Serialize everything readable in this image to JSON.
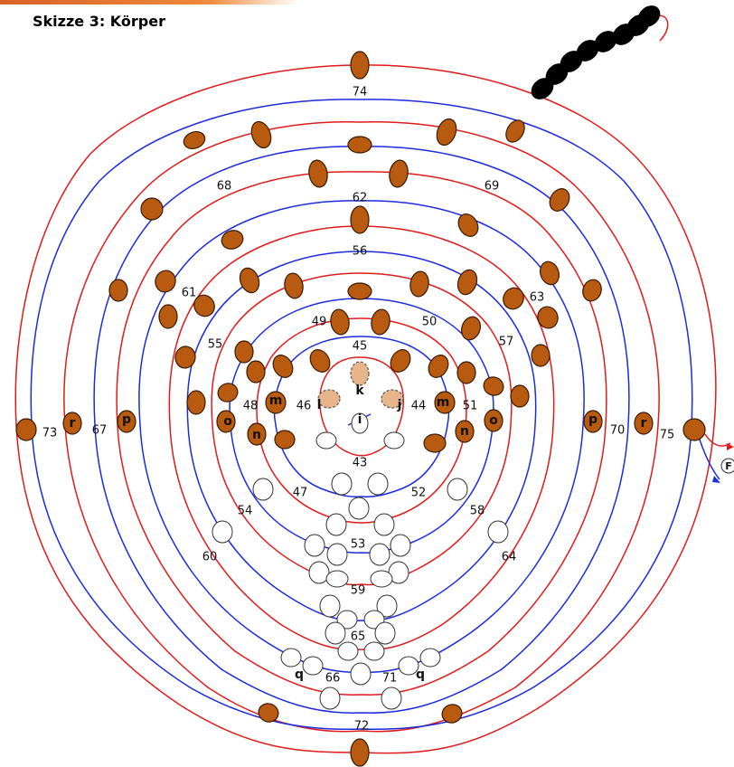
{
  "title": "Skizze 3: Körper",
  "colors": {
    "red": "#e01b1b",
    "blue": "#1b2be0",
    "bead": "#b85a10",
    "bead_stroke": "#3a1a00",
    "light_bead": "#e8b48a"
  },
  "numbers": [
    "74",
    "68",
    "69",
    "62",
    "56",
    "61",
    "63",
    "49",
    "50",
    "55",
    "57",
    "45",
    "48",
    "46",
    "44",
    "51",
    "73",
    "67",
    "70",
    "75",
    "43",
    "47",
    "52",
    "54",
    "58",
    "53",
    "60",
    "64",
    "59",
    "65",
    "66",
    "71",
    "72"
  ],
  "letters": [
    "k",
    "l",
    "j",
    "i",
    "m",
    "m",
    "o",
    "o",
    "n",
    "n",
    "p",
    "p",
    "r",
    "r",
    "q",
    "q"
  ],
  "end_marker": "F"
}
